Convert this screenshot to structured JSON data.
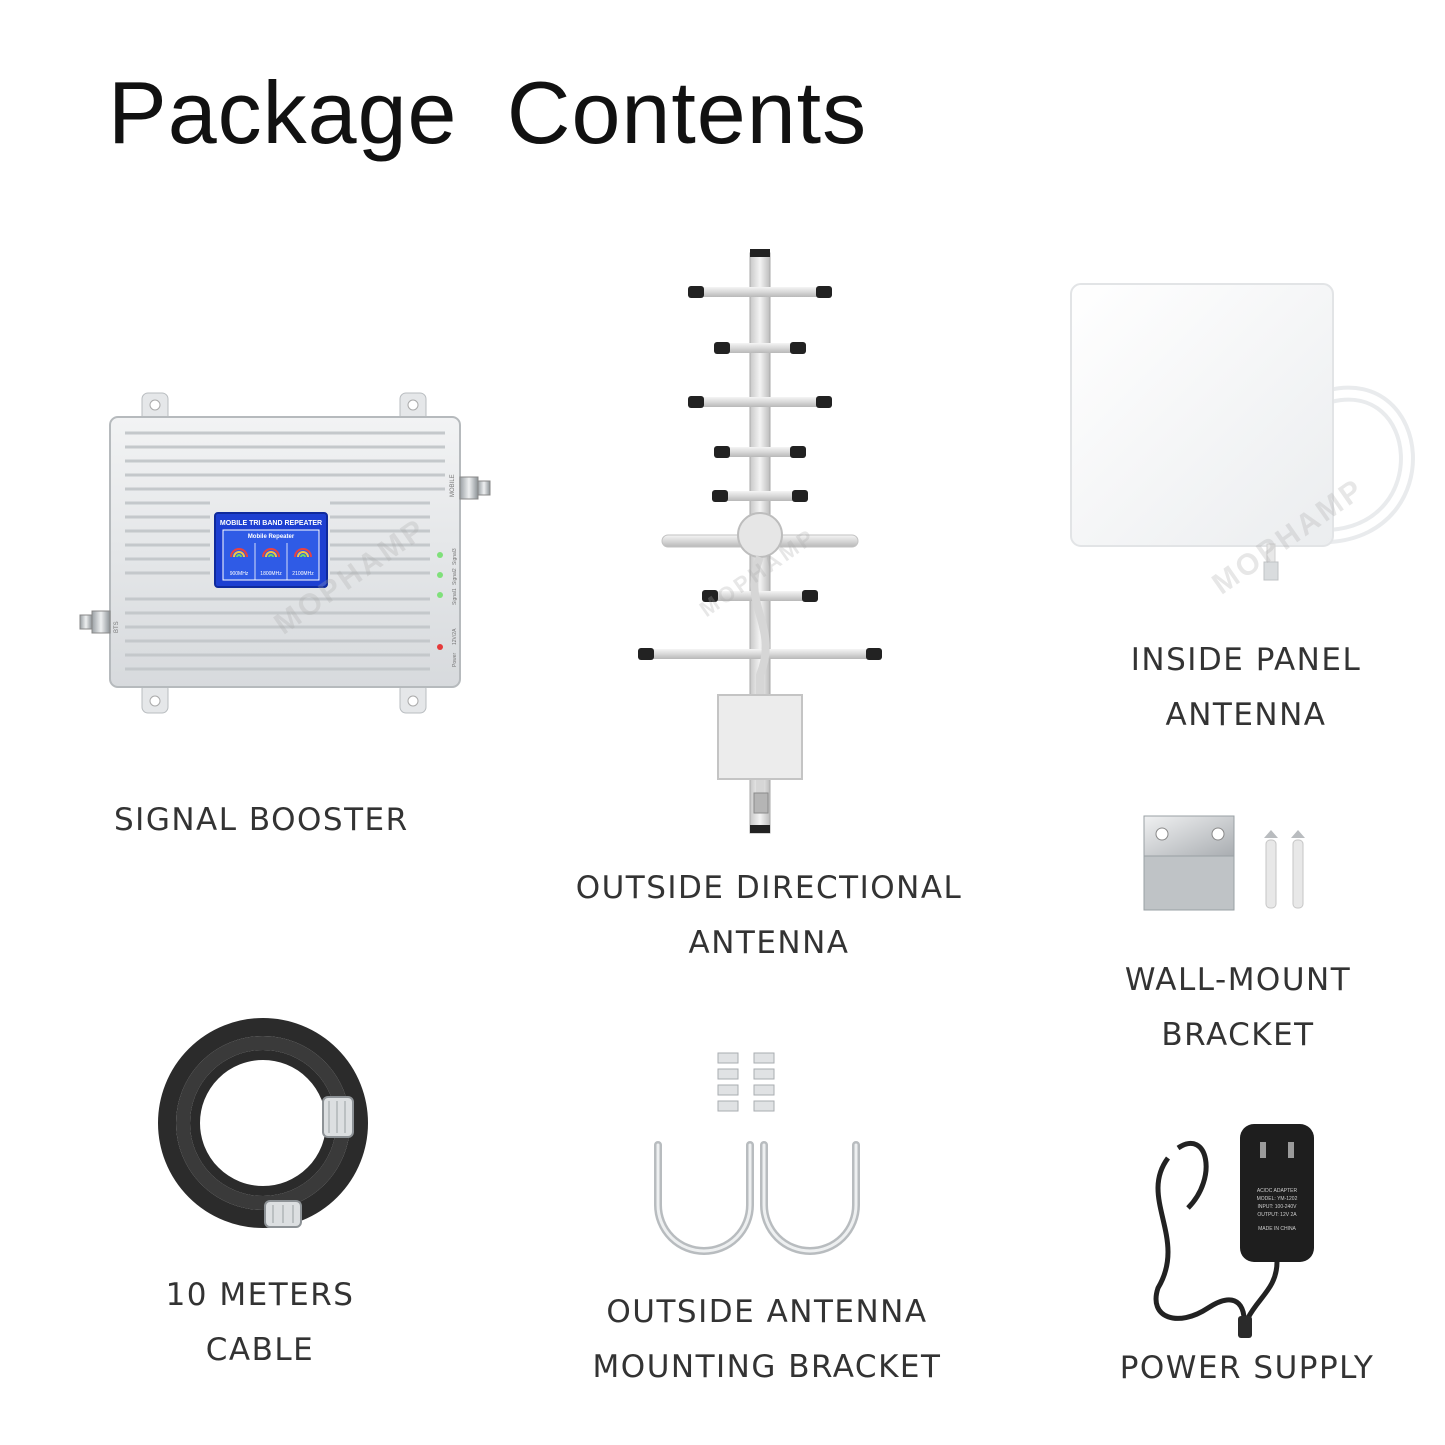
{
  "page": {
    "title": "Package  Contents"
  },
  "brand": {
    "watermark": "MOPHAMP"
  },
  "items": {
    "signal_booster": {
      "lines": [
        "SIGNAL BOOSTER"
      ],
      "display": {
        "header": "MOBILE TRI BAND REPEATER",
        "subheader": "Mobile Repeater",
        "bands": [
          "900MHz",
          "1800MHz",
          "2100MHz"
        ]
      },
      "port_labels": {
        "mobile": "MOBILE",
        "bts": "BTS",
        "power": "Power",
        "dc": "12V/2A"
      },
      "led_labels": [
        "Signal3",
        "Signal2",
        "Signal1"
      ]
    },
    "outside_antenna": {
      "lines": [
        "OUTSIDE DIRECTIONAL",
        "ANTENNA"
      ]
    },
    "inside_antenna": {
      "lines": [
        "INSIDE PANEL",
        "ANTENNA"
      ]
    },
    "wall_bracket": {
      "lines": [
        "WALL-MOUNT",
        "BRACKET"
      ]
    },
    "cable": {
      "lines": [
        "10 METERS",
        "CABLE"
      ]
    },
    "mounting_bracket": {
      "lines": [
        "OUTSIDE ANTENNA",
        "MOUNTING BRACKET"
      ]
    },
    "power_supply": {
      "lines": [
        "POWER SUPPLY"
      ],
      "adapter_text": [
        "AC/DC ADAPTER",
        "MODEL: YM-1202",
        "INPUT: 100-240V",
        "OUTPUT: 12V 2A",
        "MADE IN CHINA"
      ]
    }
  },
  "colors": {
    "display_blue": "#1d3fd1",
    "led_green": "#7fe07a",
    "led_red": "#e53a3a",
    "cable_black": "#2b2b2b"
  }
}
